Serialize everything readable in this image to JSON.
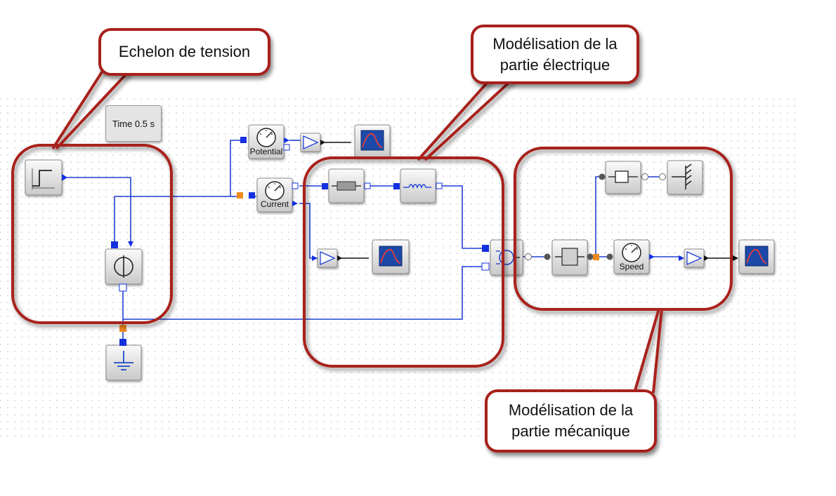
{
  "annotations": {
    "step": {
      "line1": "Echelon de tension"
    },
    "electrical": {
      "line1": "Modélisation de la",
      "line2": "partie électrique"
    },
    "mechanical": {
      "line1": "Modélisation de la",
      "line2": "partie mécanique"
    }
  },
  "time_label": "Time 0.5 s",
  "sensors": {
    "potential": "Potential",
    "current": "Current",
    "speed": "Speed"
  },
  "colors": {
    "annotation_border": "#a8201c",
    "wire": "#1f3fd6",
    "port_blue": "#1530e0",
    "port_orange": "#f08a1c",
    "scope_screen": "#1f4aa8"
  },
  "icons": [
    "step-source-icon",
    "voltage-source-icon",
    "ground-icon",
    "voltmeter-icon",
    "ammeter-icon",
    "gain-icon",
    "scope-icon",
    "resistor-icon",
    "inductor-icon",
    "emf-converter-icon",
    "inertia-icon",
    "damper-icon",
    "fixed-support-icon",
    "speed-sensor-icon"
  ]
}
